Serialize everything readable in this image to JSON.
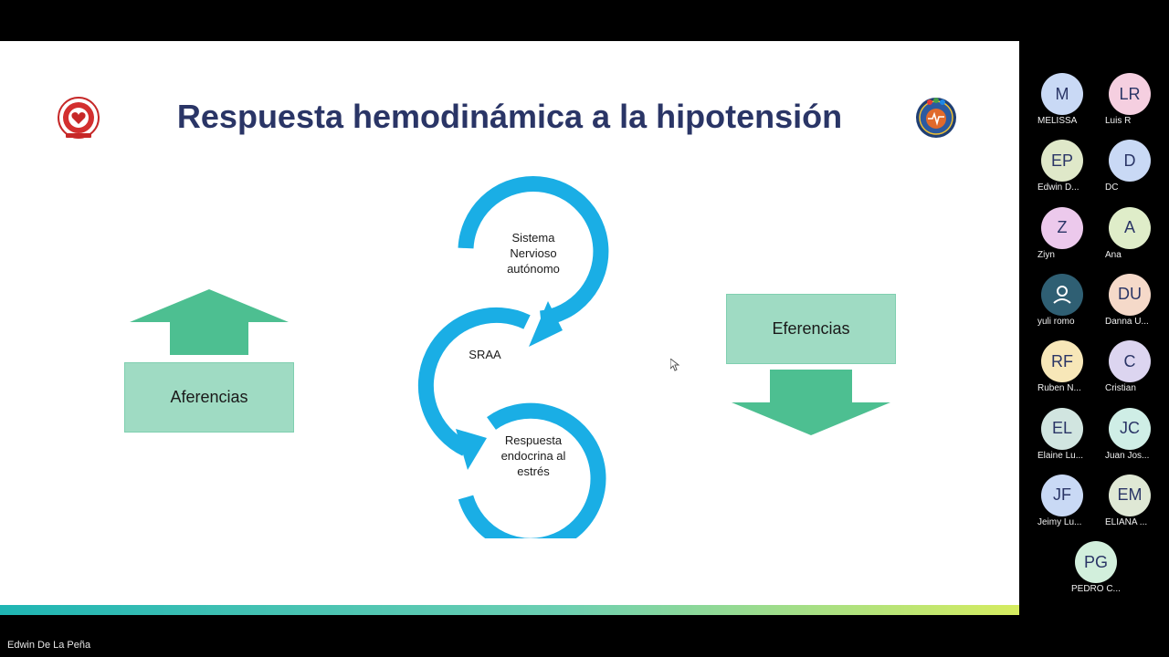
{
  "slide": {
    "title": "Respuesta hemodinámica a la hipotensión",
    "aferencias": "Aferencias",
    "eferencias": "Eferencias",
    "cycle": {
      "sna": [
        "Sistema",
        "Nervioso",
        "autónomo"
      ],
      "sraa": "SRAA",
      "endocrine": [
        "Respuesta",
        "endocrina al",
        "estrés"
      ]
    },
    "colors": {
      "title": "#2a3566",
      "cycle": "#1aaee5",
      "arrow": "#4dbf91",
      "box": "#9fdbc3"
    }
  },
  "participants": [
    {
      "initials": "M",
      "name": "MELISSA",
      "color": "#c9d9f5"
    },
    {
      "initials": "LR",
      "name": "Luis R",
      "color": "#f5cfe0"
    },
    {
      "initials": "EP",
      "name": "Edwin D...",
      "color": "#dfe8c9"
    },
    {
      "initials": "D",
      "name": "DC",
      "color": "#c9d9f5"
    },
    {
      "initials": "Z",
      "name": "Ziyn",
      "color": "#ecc9ec"
    },
    {
      "initials": "A",
      "name": "Ana",
      "color": "#dfedc9"
    },
    {
      "initials": "",
      "name": "yuli romo",
      "color": "#2f5f73",
      "icon": "person-icon"
    },
    {
      "initials": "DU",
      "name": "Danna U...",
      "color": "#f5d9c9"
    },
    {
      "initials": "RF",
      "name": "Ruben N...",
      "color": "#f7e7b8"
    },
    {
      "initials": "C",
      "name": "Cristian",
      "color": "#dcd5f0"
    },
    {
      "initials": "EL",
      "name": "Elaine Lu...",
      "color": "#d1e5e0"
    },
    {
      "initials": "JC",
      "name": "Juan Jos...",
      "color": "#cfeee6"
    },
    {
      "initials": "JF",
      "name": "Jeimy Lu...",
      "color": "#c9d9f5"
    },
    {
      "initials": "EM",
      "name": "ELIANA ...",
      "color": "#dfe8d5"
    },
    {
      "initials": "PG",
      "name": "PEDRO C...",
      "color": "#d2efdc"
    }
  ],
  "speaker": "Edwin De La Peña"
}
